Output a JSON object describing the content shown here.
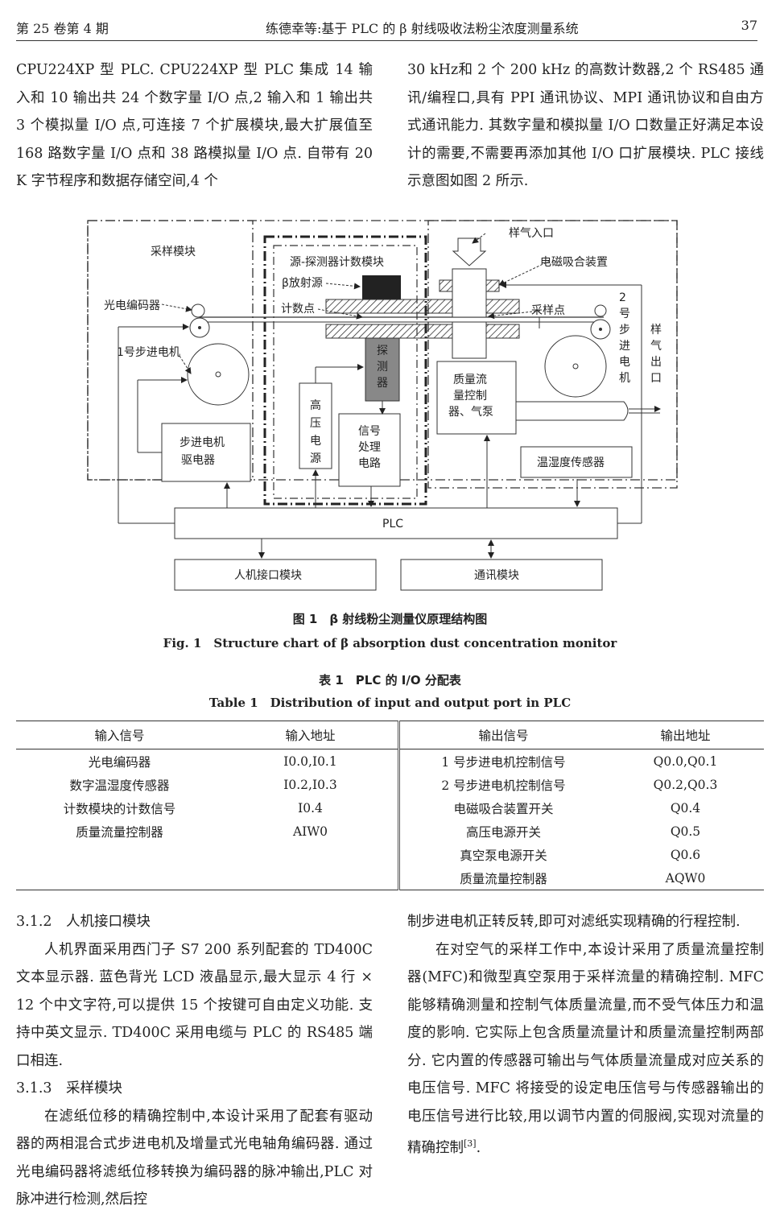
{
  "header": {
    "issue": "第 25 卷第 4 期",
    "title": "练德幸等:基于 PLC 的 β 射线吸收法粉尘浓度测量系统",
    "page": "37"
  },
  "top_left_text": "CPU224XP 型 PLC. CPU224XP 型 PLC 集成 14 输入和 10 输出共 24 个数字量 I/O 点,2 输入和 1 输出共 3 个模拟量 I/O 点,可连接 7 个扩展模块,最大扩展值至 168 路数字量 I/O 点和 38 路模拟量 I/O 点. 自带有 20 K 字节程序和数据存储空间,4 个",
  "top_right_text": "30 kHz和 2 个 200 kHz 的高数计数器,2 个 RS485 通讯/编程口,具有 PPI 通讯协议、MPI 通讯协议和自由方式通讯能力. 其数字量和模拟量 I/O 口数量正好满足本设计的需要,不需要再添加其他 I/O 口扩展模块. PLC 接线示意图如图 2 所示.",
  "figure": {
    "sampling_module": "采样模块",
    "counting_module": "源-探测器计数模块",
    "beta_source": "β放射源",
    "count_point": "计数点",
    "sample_inlet": "样气入口",
    "em_device": "电磁吸合装置",
    "sample_point": "采样点",
    "encoder": "光电编码器",
    "motor1": "1号步进电机",
    "motor2": [
      "2",
      "号",
      "步",
      "进",
      "电",
      "机"
    ],
    "gas_outlet": [
      "样",
      "气",
      "出",
      "口"
    ],
    "detector": [
      "探",
      "测",
      "器"
    ],
    "hv_power": [
      "高",
      "压",
      "电",
      "源"
    ],
    "signal_proc": [
      "信号",
      "处理",
      "电路"
    ],
    "mfc_pump": [
      "质量流",
      "量控制",
      "器、气泵"
    ],
    "driver": [
      "步进电机",
      "驱电器"
    ],
    "temp_sensor": "温湿度传感器",
    "plc": "PLC",
    "hmi": "人机接口模块",
    "comm": "通讯模块"
  },
  "fig_caption_cn": "图 1　β 射线粉尘测量仪原理结构图",
  "fig_caption_en": "Fig. 1　Structure chart of β absorption dust concentration monitor",
  "table_caption_cn": "表 1　PLC 的 I/O 分配表",
  "table_caption_en": "Table 1　Distribution of input and output port in PLC",
  "table": {
    "headers": [
      "输入信号",
      "输入地址",
      "输出信号",
      "输出地址"
    ],
    "rows": [
      [
        "光电编码器",
        "I0.0,I0.1",
        "1 号步进电机控制信号",
        "Q0.0,Q0.1"
      ],
      [
        "数字温湿度传感器",
        "I0.2,I0.3",
        "2 号步进电机控制信号",
        "Q0.2,Q0.3"
      ],
      [
        "计数模块的计数信号",
        "I0.4",
        "电磁吸合装置开关",
        "Q0.4"
      ],
      [
        "质量流量控制器",
        "AIW0",
        "高压电源开关",
        "Q0.5"
      ],
      [
        "",
        "",
        "真空泵电源开关",
        "Q0.6"
      ],
      [
        "",
        "",
        "质量流量控制器",
        "AQW0"
      ]
    ]
  },
  "bottom_left": {
    "sec1": "3.1.2　人机接口模块",
    "para1": "人机界面采用西门子 S7 200 系列配套的 TD400C 文本显示器. 蓝色背光 LCD 液晶显示,最大显示 4 行 × 12 个中文字符,可以提供 15 个按键可自由定义功能. 支持中英文显示. TD400C 采用电缆与 PLC 的 RS485 端口相连.",
    "sec2": "3.1.3　采样模块",
    "para2": "在滤纸位移的精确控制中,本设计采用了配套有驱动器的两相混合式步进电机及增量式光电轴角编码器. 通过光电编码器将滤纸位移转换为编码器的脉冲输出,PLC 对脉冲进行检测,然后控"
  },
  "bottom_right": {
    "para1": "制步进电机正转反转,即可对滤纸实现精确的行程控制.",
    "para2": "在对空气的采样工作中,本设计采用了质量流量控制器(MFC)和微型真空泵用于采样流量的精确控制. MFC 能够精确测量和控制气体质量流量,而不受气体压力和温度的影响. 它实际上包含质量流量计和质量流量控制两部分. 它内置的传感器可输出与气体质量流量成对应关系的电压信号. MFC 将接受的设定电压信号与传感器输出的电压信号进行比较,用以调节内置的伺服阀,实现对流量的精确控制",
    "cite": "[3]",
    "end": "."
  }
}
